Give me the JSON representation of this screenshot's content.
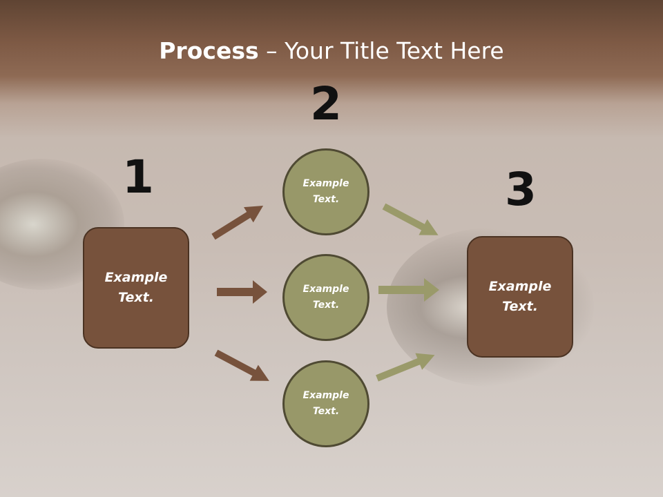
{
  "title": {
    "bold": "Process",
    "rest": " – Your Title Text Here"
  },
  "steps": [
    {
      "number": "1"
    },
    {
      "number": "2"
    },
    {
      "number": "3"
    }
  ],
  "left_box": {
    "text": "Example\nText."
  },
  "right_box": {
    "text": "Example\nText."
  },
  "circles": [
    {
      "text": "Example\nText."
    },
    {
      "text": "Example\nText."
    },
    {
      "text": "Example\nText."
    }
  ],
  "colors": {
    "box": "#77523c",
    "circle": "#989869",
    "arrow_left": "#77523c",
    "arrow_right": "#9a9a6a"
  }
}
